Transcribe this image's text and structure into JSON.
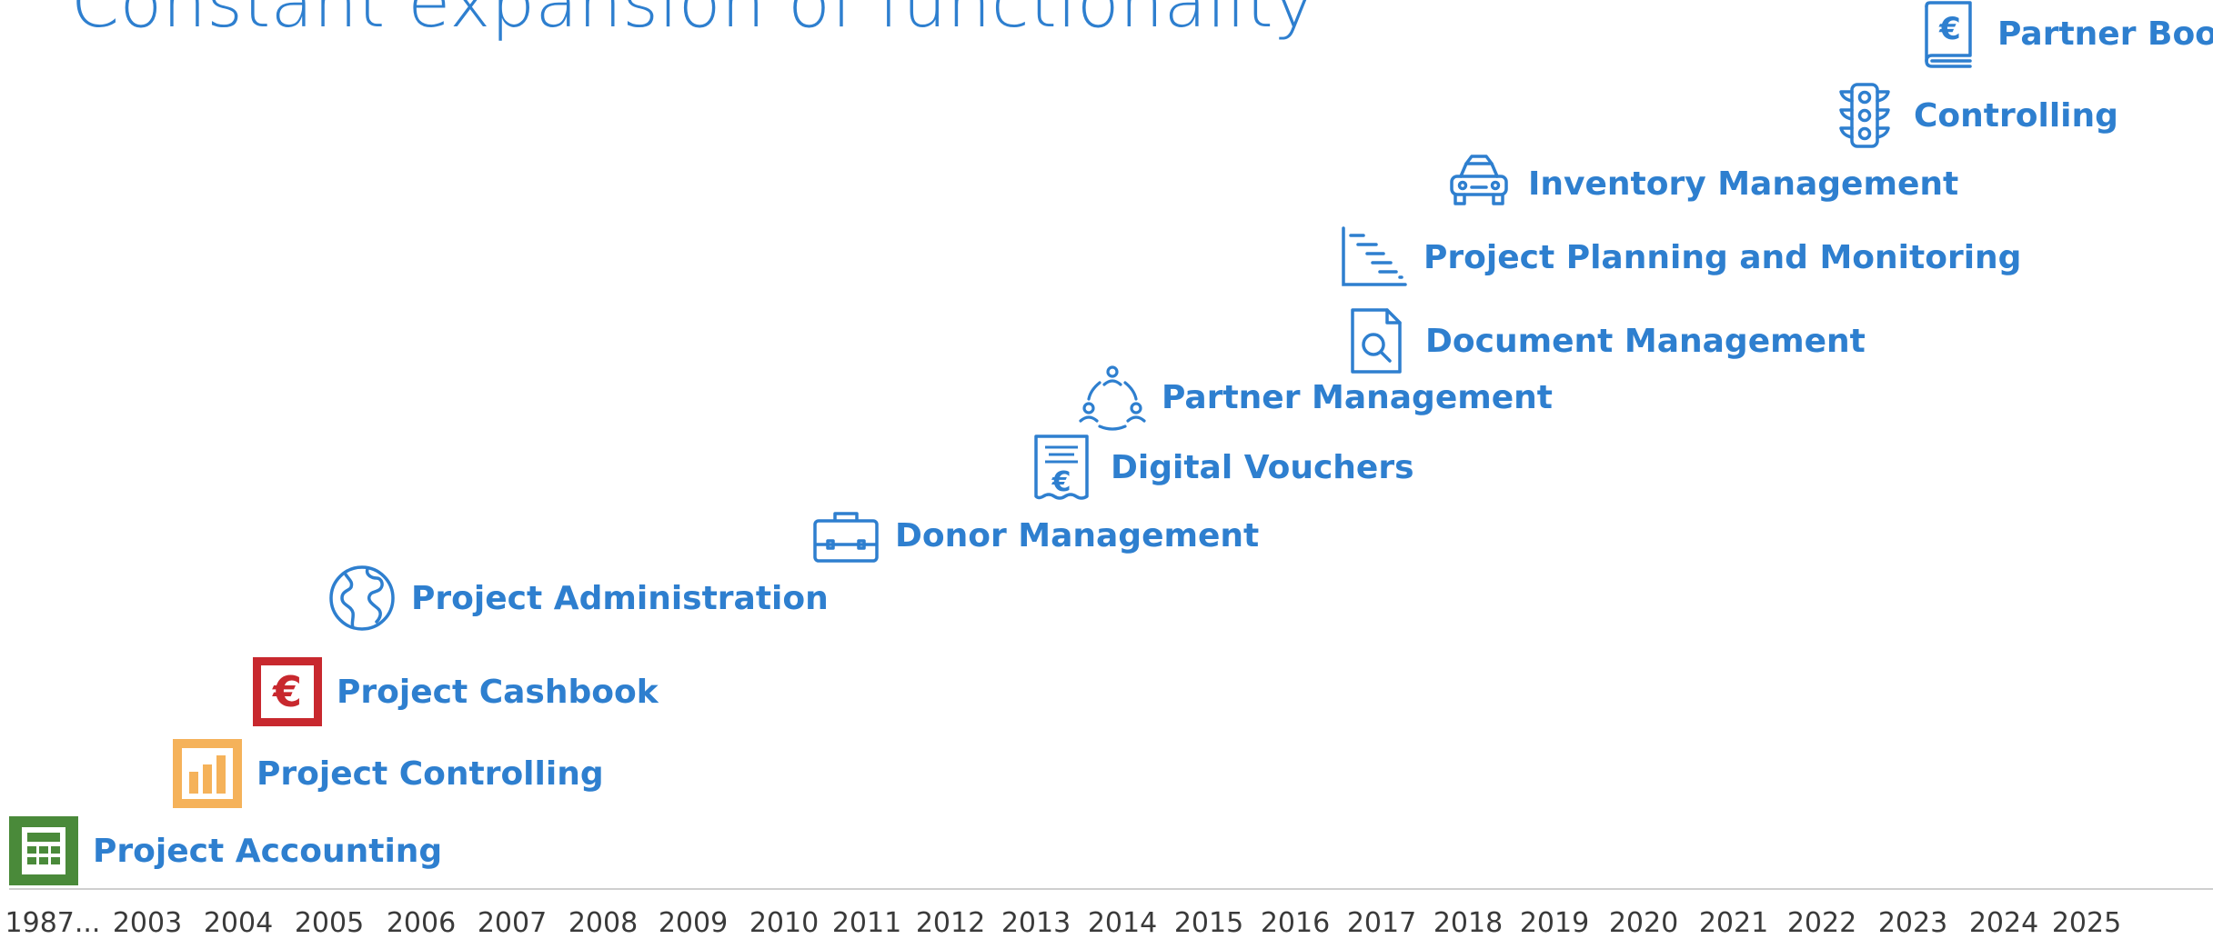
{
  "title": "Constant expansion of functionality",
  "items": [
    {
      "label": "Project Accounting",
      "icon": "calculator-icon"
    },
    {
      "label": "Project Controlling",
      "icon": "bar-chart-icon"
    },
    {
      "label": "Project Cashbook",
      "icon": "euro-icon"
    },
    {
      "label": "Project Administration",
      "icon": "globe-icon"
    },
    {
      "label": "Donor Management",
      "icon": "briefcase-icon"
    },
    {
      "label": "Digital Vouchers",
      "icon": "receipt-euro-icon"
    },
    {
      "label": "Partner Management",
      "icon": "people-cycle-icon"
    },
    {
      "label": "Document Management",
      "icon": "document-search-icon"
    },
    {
      "label": "Project Planning and Monitoring",
      "icon": "gantt-chart-icon"
    },
    {
      "label": "Inventory Management",
      "icon": "car-icon"
    },
    {
      "label": "Controlling",
      "icon": "traffic-light-icon"
    },
    {
      "label": "Partner Book",
      "icon": "euro-book-icon"
    }
  ],
  "years": [
    "1987...",
    "2003",
    "2004",
    "2005",
    "2006",
    "2007",
    "2008",
    "2009",
    "2010",
    "2011",
    "2012",
    "2013",
    "2014",
    "2015",
    "2016",
    "2017",
    "2018",
    "2019",
    "2020",
    "2021",
    "2022",
    "2023",
    "2024",
    "2025"
  ],
  "colors": {
    "label": "#2e7fcf",
    "calculator": "#4a8a3a",
    "bar_chart": "#f5b25a",
    "euro": "#c8282e",
    "outline_icon": "#2e7fcf",
    "axis_text": "#3a3a3a",
    "axis_line": "#cfcfcf"
  }
}
